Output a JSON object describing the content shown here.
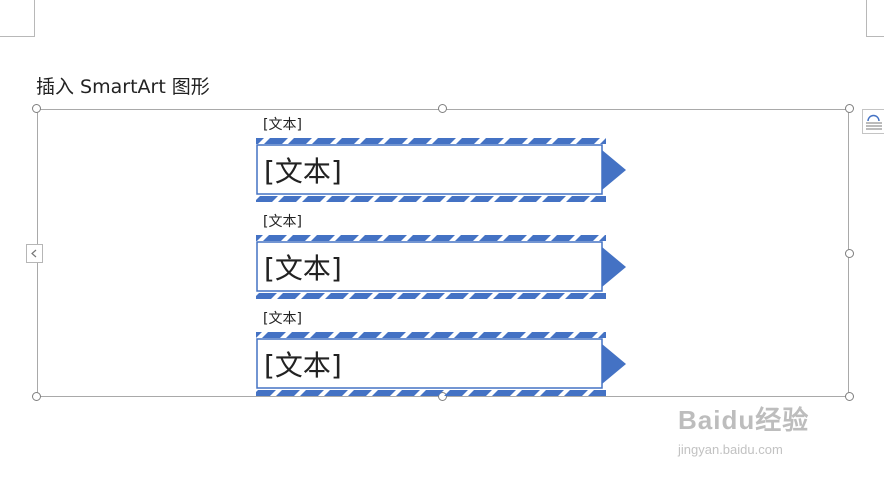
{
  "document": {
    "heading": "插入 SmartArt 图形"
  },
  "smartart": {
    "items": [
      {
        "label": "[文本]",
        "text": "[文本]"
      },
      {
        "label": "[文本]",
        "text": "[文本]"
      },
      {
        "label": "[文本]",
        "text": "[文本]"
      }
    ],
    "accent_color": "#4472c4",
    "frame_color": "#a9a9a9"
  },
  "watermark": {
    "logo": "Baidu经验",
    "url": "jingyan.baidu.com"
  },
  "icons": {
    "collapse": "chevron-left-icon",
    "layout_options": "layout-options-icon"
  }
}
